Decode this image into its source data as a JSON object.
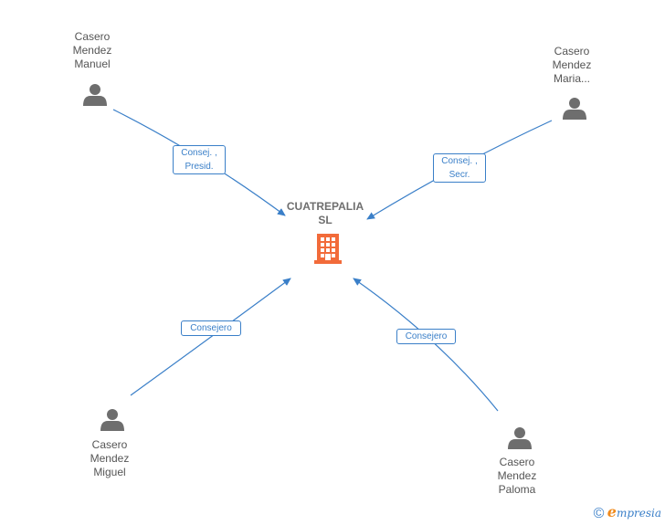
{
  "center": {
    "name_line1": "CUATREPALIA",
    "name_line2": "SL",
    "icon": "building-icon",
    "icon_color": "#f26b3a"
  },
  "people": [
    {
      "id": "manuel",
      "lines": [
        "Casero",
        "Mendez",
        "Manuel"
      ],
      "icon": "person-icon"
    },
    {
      "id": "maria",
      "lines": [
        "Casero",
        "Mendez",
        "Maria..."
      ],
      "icon": "person-icon"
    },
    {
      "id": "miguel",
      "lines": [
        "Casero",
        "Mendez",
        "Miguel"
      ],
      "icon": "person-icon"
    },
    {
      "id": "paloma",
      "lines": [
        "Casero",
        "Mendez",
        "Paloma"
      ],
      "icon": "person-icon"
    }
  ],
  "edges": [
    {
      "from": "manuel",
      "label_lines": [
        "Consej. ,",
        "Presid."
      ]
    },
    {
      "from": "maria",
      "label_lines": [
        "Consej. ,",
        "Secr."
      ]
    },
    {
      "from": "miguel",
      "label_lines": [
        "Consejero"
      ]
    },
    {
      "from": "paloma",
      "label_lines": [
        "Consejero"
      ]
    }
  ],
  "footer": {
    "copyright_symbol": "©",
    "brand_initial": "e",
    "brand_rest": "mpresia"
  },
  "colors": {
    "edge": "#3a7fc8",
    "person_icon": "#6e6e6e",
    "text": "#555555"
  }
}
